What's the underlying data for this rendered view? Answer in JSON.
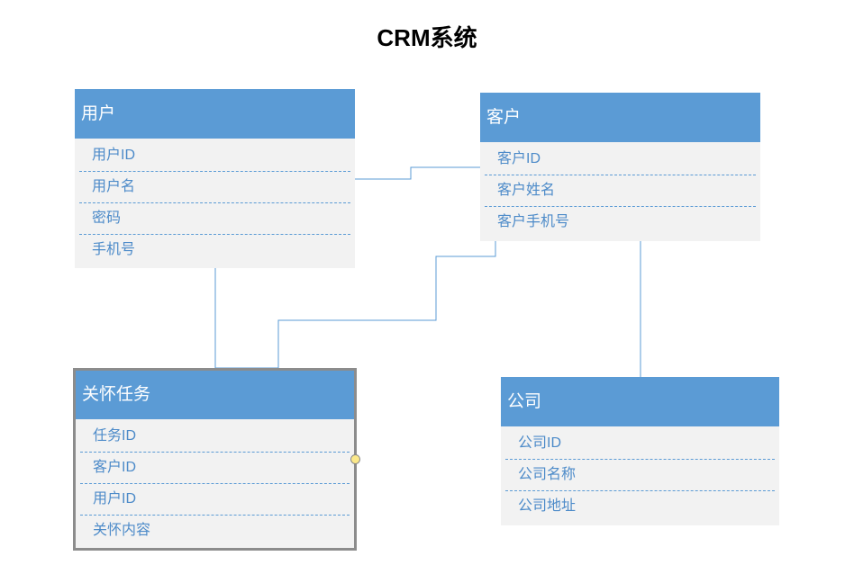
{
  "title": "CRM系统",
  "entities": {
    "user": {
      "name": "用户",
      "fields": [
        "用户ID",
        "用户名",
        "密码",
        "手机号"
      ]
    },
    "customer": {
      "name": "客户",
      "fields": [
        "客户ID",
        "客户姓名",
        "客户手机号"
      ]
    },
    "care_task": {
      "name": "关怀任务",
      "fields": [
        "任务ID",
        "客户ID",
        "用户ID",
        "关怀内容"
      ]
    },
    "company": {
      "name": "公司",
      "fields": [
        "公司ID",
        "公司名称",
        "公司地址"
      ]
    }
  },
  "colors": {
    "header": "#5b9bd5",
    "body": "#f2f2f2",
    "field_text": "#4d8bc9",
    "connector": "#5b9bd5",
    "selection": "#8c8c8c",
    "handle": "#fce98a"
  }
}
